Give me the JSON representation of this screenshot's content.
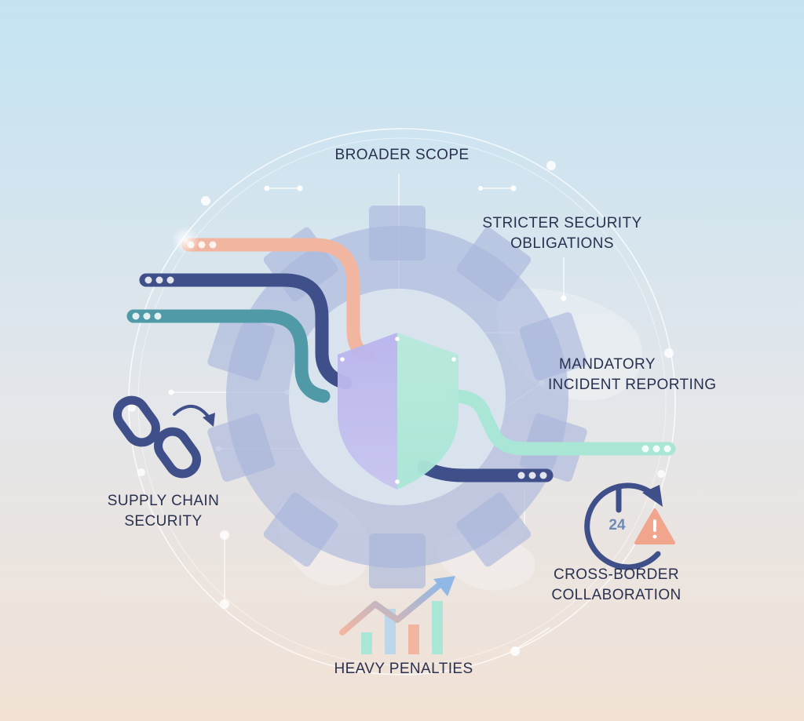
{
  "labels": {
    "broader_scope": [
      "BROADER SCOPE"
    ],
    "stricter_security": [
      "STRICTER SECURITY",
      "OBLIGATIONS"
    ],
    "mandatory_reporting": [
      "MANDATORY",
      "INCIDENT REPORTING"
    ],
    "supply_chain": [
      "SUPPLY CHAIN",
      "SECURITY"
    ],
    "cross_border": [
      "CROSS-BORDER",
      "COLLABORATION"
    ],
    "heavy_penalties": [
      "HEAVY PENALTIES"
    ]
  },
  "clock": {
    "value": "24"
  },
  "icons": {
    "center": "shield-icon",
    "background": "gear-icon",
    "supply_chain": "broken-chain-icon",
    "reporting": "clock-icon",
    "alert": "warning-icon",
    "penalties": "rising-bar-chart-icon"
  },
  "colors": {
    "navy": "#3f4f8a",
    "teal": "#4f9aa6",
    "peach": "#f2b5a0",
    "mint": "#a9e6d6",
    "lavender": "#b9b2ea",
    "gear": "#a8b5dc",
    "text": "#2a3150",
    "alert": "#f0a58c"
  }
}
